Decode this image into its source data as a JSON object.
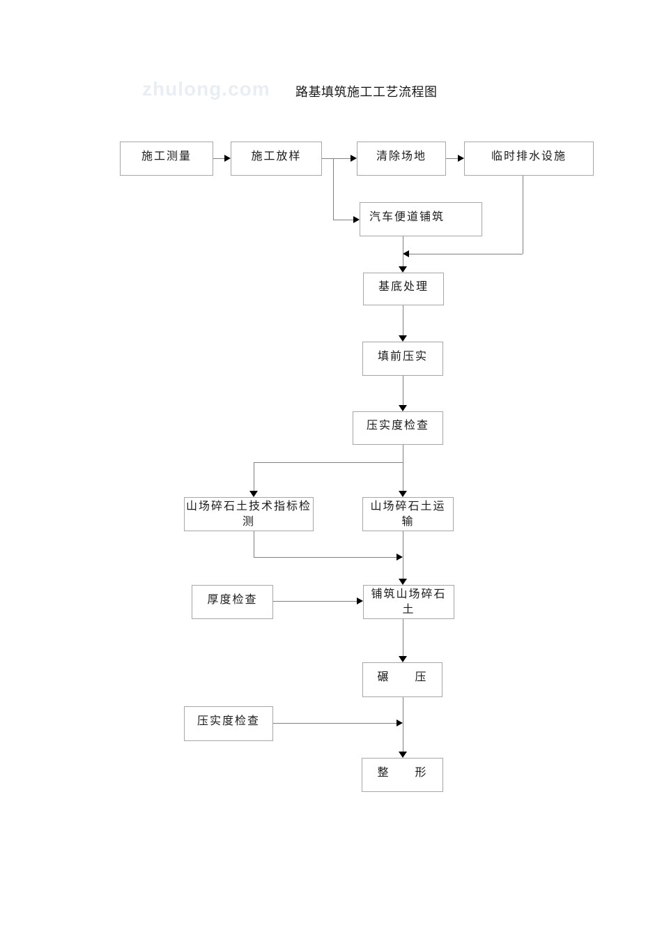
{
  "title": "路基填筑施工工艺流程图",
  "watermark": "zhulong.com",
  "colors": {
    "background": "#ffffff",
    "box_border": "#a6a6a6",
    "line": "#808080",
    "arrowhead": "#000000",
    "text": "#1a1a1a",
    "watermark": "#e9eef4"
  },
  "nodes": [
    {
      "id": "survey",
      "label": "施工测量"
    },
    {
      "id": "stakeout",
      "label": "施工放样"
    },
    {
      "id": "site-clearing",
      "label": "清除场地"
    },
    {
      "id": "temp-drainage",
      "label": "临时排水设施"
    },
    {
      "id": "haul-road",
      "label": "汽车便道铺筑"
    },
    {
      "id": "base-treatment",
      "label": "基底处理"
    },
    {
      "id": "pre-fill-compaction",
      "label": "填前压实"
    },
    {
      "id": "compaction-check-1",
      "label": "压实度检查"
    },
    {
      "id": "gravel-index-test",
      "label": "山场碎石土技术指标检\n测"
    },
    {
      "id": "gravel-transport",
      "label": "山场碎石土运\n输"
    },
    {
      "id": "thickness-check",
      "label": "厚度检查"
    },
    {
      "id": "gravel-paving",
      "label": "铺筑山场碎石\n土"
    },
    {
      "id": "rolling",
      "label": "碾　　压"
    },
    {
      "id": "compaction-check-2",
      "label": "压实度检查"
    },
    {
      "id": "shaping",
      "label": "整　　形"
    }
  ],
  "edges": [
    {
      "from": "survey",
      "to": "stakeout"
    },
    {
      "from": "stakeout",
      "to": "site-clearing"
    },
    {
      "from": "site-clearing",
      "to": "temp-drainage"
    },
    {
      "from": "stakeout",
      "to": "haul-road"
    },
    {
      "from": "temp-drainage",
      "to": "base-treatment"
    },
    {
      "from": "haul-road",
      "to": "base-treatment"
    },
    {
      "from": "base-treatment",
      "to": "pre-fill-compaction"
    },
    {
      "from": "pre-fill-compaction",
      "to": "compaction-check-1"
    },
    {
      "from": "compaction-check-1",
      "to": "gravel-index-test"
    },
    {
      "from": "compaction-check-1",
      "to": "gravel-transport"
    },
    {
      "from": "gravel-index-test",
      "to": "gravel-paving"
    },
    {
      "from": "gravel-transport",
      "to": "gravel-paving"
    },
    {
      "from": "thickness-check",
      "to": "gravel-paving"
    },
    {
      "from": "gravel-paving",
      "to": "rolling"
    },
    {
      "from": "rolling",
      "to": "shaping"
    },
    {
      "from": "compaction-check-2",
      "to": "shaping"
    }
  ]
}
